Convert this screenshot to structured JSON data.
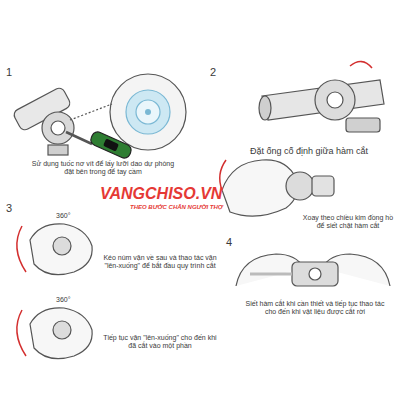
{
  "diagram": {
    "labels": [
      "1",
      "Sử dụng tuốc nơ vít để lấy lưỡi dao dự phòng đặt bên trong để tay cầm",
      "2",
      "Đặt ống cố định giữa hàm cắt",
      "Xoay theo chiều kim đồng hồ để siết chặt hàm cắt",
      "3",
      "360°",
      "Kéo núm vặn về sau và thao tác vặn \"lên-xuống\" để bắt đầu quy trình cắt",
      "360°",
      "Tiếp tục vặn \"lên-xuống\" cho đến khi đã cắt vào một phần",
      "4",
      "Siết hàm cắt khi cần thiết và tiếp tục thao tác cho đến khi vật liệu được cắt rời",
      "VANGCHISO.VN",
      "THEO BƯỚC CHÂN NGƯỜI THỢ"
    ]
  }
}
